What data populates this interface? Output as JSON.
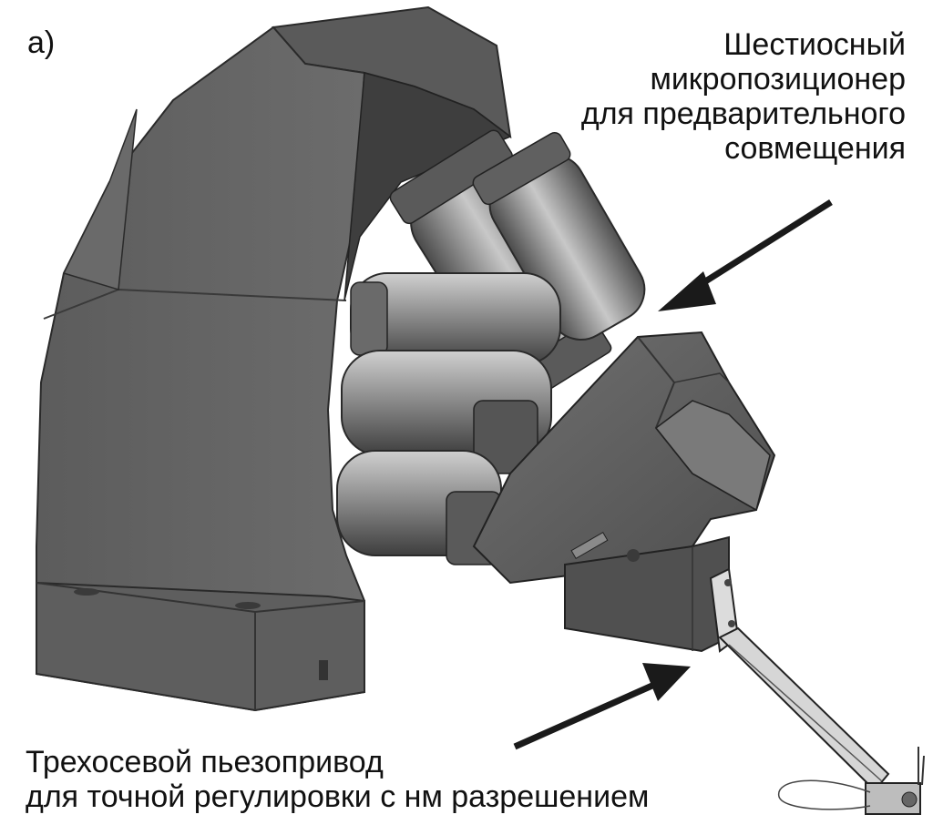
{
  "panel_label": "а)",
  "hexapod_label": {
    "lines": [
      "Шестиосный",
      "микропозиционер",
      "для предварительного",
      "совмещения"
    ]
  },
  "piezo_label": {
    "lines": [
      "Трехосевой пьезопривод",
      "для точной регулировки с нм разрешением"
    ]
  },
  "colors": {
    "frame_dark": "#4a4a4a",
    "frame_mid": "#6e6e6e",
    "frame_light": "#9a9a9a",
    "actuator": "#8c8c8c",
    "arrow": "#1a1a1a"
  }
}
